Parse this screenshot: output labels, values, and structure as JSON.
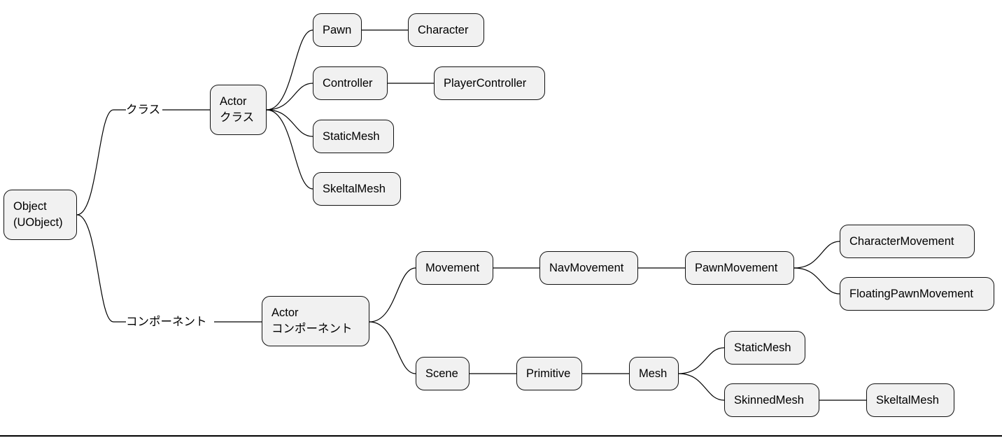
{
  "root": {
    "line1": "Object",
    "line2": "(UObject)"
  },
  "branches": {
    "class_label": "クラス",
    "component_label": "コンポーネント"
  },
  "actor_class": {
    "line1": "Actor",
    "line2": "クラス"
  },
  "class_children": {
    "pawn": "Pawn",
    "character": "Character",
    "controller": "Controller",
    "player_controller": "PlayerController",
    "static_mesh": "StaticMesh",
    "skeltal_mesh": "SkeltalMesh"
  },
  "actor_component": {
    "line1": "Actor",
    "line2": "コンポーネント"
  },
  "component_children": {
    "movement": "Movement",
    "nav_movement": "NavMovement",
    "pawn_movement": "PawnMovement",
    "character_movement": "CharacterMovement",
    "floating_pawn_movement": "FloatingPawnMovement",
    "scene": "Scene",
    "primitive": "Primitive",
    "mesh": "Mesh",
    "static_mesh": "StaticMesh",
    "skinned_mesh": "SkinnedMesh",
    "skeltal_mesh": "SkeltalMesh"
  }
}
